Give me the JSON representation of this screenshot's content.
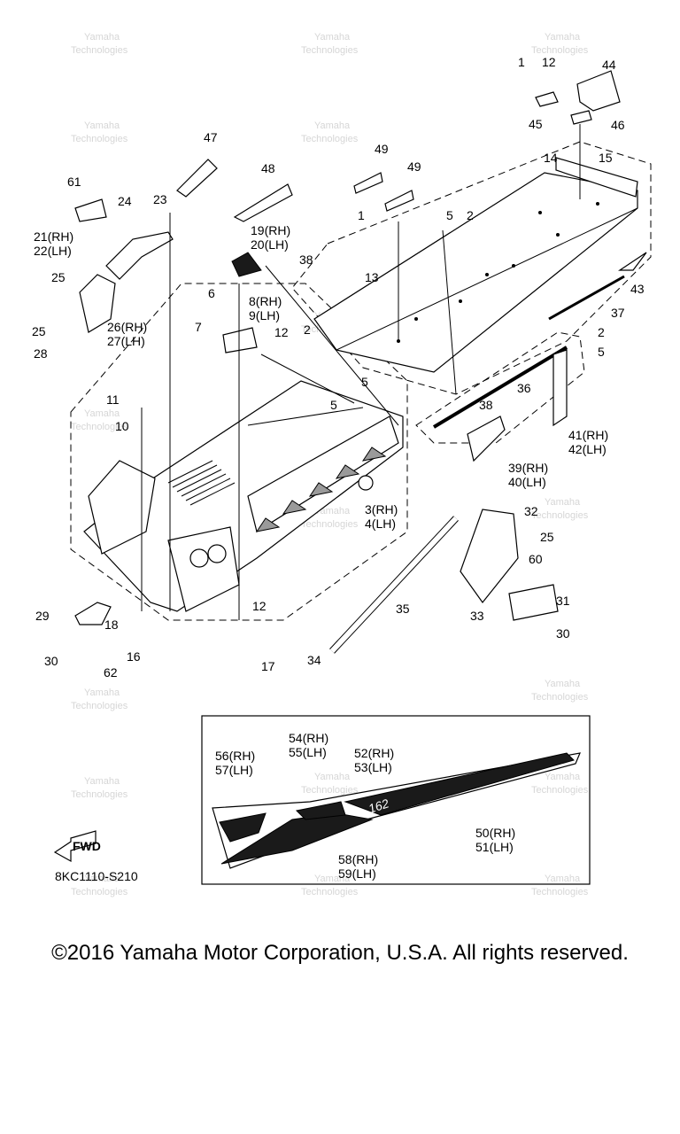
{
  "diagram_code": "8KC1110-S210",
  "fwd_label": "FWD",
  "copyright": "©2016 Yamaha Motor Corporation, U.S.A. All rights reserved.",
  "watermark_line1": "Yamaha",
  "watermark_line2": "Technologies",
  "decal_model_text": "162",
  "callouts": {
    "c1": "1",
    "c12a": "12",
    "c44": "44",
    "c45": "45",
    "c46": "46",
    "c14": "14",
    "c15": "15",
    "c47": "47",
    "c48": "48",
    "c49a": "49",
    "c49b": "49",
    "c61": "61",
    "c24": "24",
    "c23": "23",
    "c21": "21(RH)",
    "c22": "22(LH)",
    "c1b": "1",
    "c5a": "5",
    "c2a": "2",
    "c19": "19(RH)",
    "c20": "20(LH)",
    "c38a": "38",
    "c13": "13",
    "c43": "43",
    "c25a": "25",
    "c6": "6",
    "c8": "8(RH)",
    "c9": "9(LH)",
    "c26": "26(RH)",
    "c27": "27(LH)",
    "c7": "7",
    "c12b": "12",
    "c2b": "2",
    "c37": "37",
    "c25b": "25",
    "c28": "28",
    "c2c": "2",
    "c5b": "5",
    "c11": "11",
    "c5c": "5",
    "c36": "36",
    "c5d": "5",
    "c10": "10",
    "c38b": "38",
    "c41": "41(RH)",
    "c42": "42(LH)",
    "c39": "39(RH)",
    "c40": "40(LH)",
    "c3": "3(RH)",
    "c4": "4(LH)",
    "c32": "32",
    "c25c": "25",
    "c60": "60",
    "c12c": "12",
    "c35": "35",
    "c31": "31",
    "c29": "29",
    "c33": "33",
    "c18": "18",
    "c30a": "30",
    "c16": "16",
    "c34": "34",
    "c30b": "30",
    "c62": "62",
    "c17": "17",
    "c54": "54(RH)",
    "c55": "55(LH)",
    "c52": "52(RH)",
    "c53": "53(LH)",
    "c56": "56(RH)",
    "c57": "57(LH)",
    "c50": "50(RH)",
    "c51": "51(LH)",
    "c58": "58(RH)",
    "c59": "59(LH)"
  }
}
